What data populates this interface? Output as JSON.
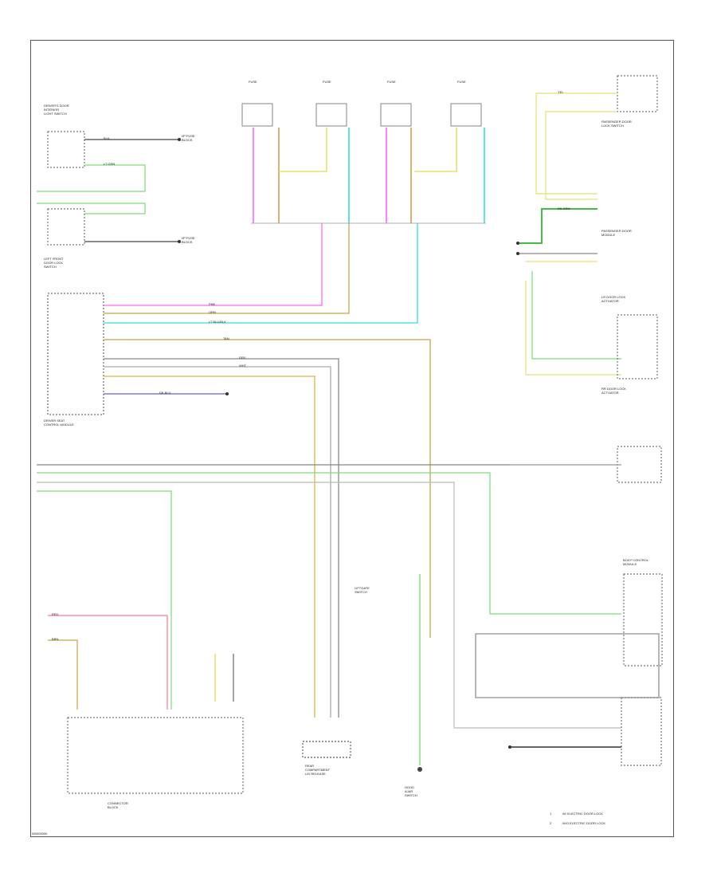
{
  "diagram": {
    "figure_code": "W0000000",
    "legend": [
      {
        "symbol": "1",
        "text": "W/ ELECTRIC DOOR LOCK"
      },
      {
        "symbol": "2",
        "text": "W/O ELECTRIC DOOR LOCK"
      }
    ],
    "nodes": [
      {
        "id": "int_light_sw",
        "label": "DRIVER'S DOOR\nINTERIOR\nLIGHT SWITCH"
      },
      {
        "id": "ip_fuse_1",
        "label": "I/P FUSE\nBLOCK"
      },
      {
        "id": "ip_fuse_2",
        "label": "I/P FUSE\nBLOCK"
      },
      {
        "id": "fuse_a",
        "label": "FUSE"
      },
      {
        "id": "fuse_b",
        "label": "FUSE"
      },
      {
        "id": "fuse_c",
        "label": "FUSE"
      },
      {
        "id": "fuse_d",
        "label": "FUSE"
      },
      {
        "id": "lf_door_lock",
        "label": "LEFT FRONT\nDOOR LOCK\nSWITCH"
      },
      {
        "id": "dscm",
        "label": "DRIVER SEAT\nCONTROL MODULE"
      },
      {
        "id": "pass_door_sw",
        "label": "PASSENGER DOOR\nLOCK SWITCH"
      },
      {
        "id": "pass_module",
        "label": "PASSENGER DOOR\nMODULE"
      },
      {
        "id": "lr_door_lock",
        "label": "LR DOOR LOCK\nACTUATOR"
      },
      {
        "id": "rr_door_lock",
        "label": "RR DOOR LOCK\nACTUATOR"
      },
      {
        "id": "rear_compartment",
        "label": "REAR\nCOMPARTMENT\nLID RELEASE"
      },
      {
        "id": "liftgate_sw",
        "label": "LIFTGATE\nSWITCH"
      },
      {
        "id": "hood_sw",
        "label": "HOOD\nAJAR\nSWITCH"
      },
      {
        "id": "body_control",
        "label": "BODY CONTROL\nMODULE"
      },
      {
        "id": "connector_block",
        "label": "CONNECTOR\nBLOCK"
      }
    ],
    "wire_labels": [
      "PNK",
      "ORN",
      "LT BLU/BLK",
      "DK GRN",
      "YEL",
      "GRY",
      "BLK",
      "WHT",
      "TAN",
      "LT GRN",
      "DK BLU",
      "BRN",
      "RED"
    ]
  }
}
